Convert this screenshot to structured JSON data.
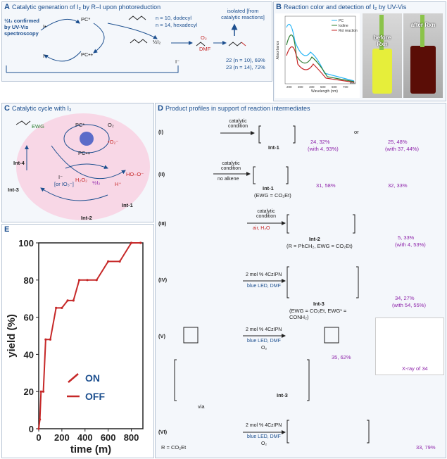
{
  "panels": {
    "A": {
      "letter": "A",
      "title": "Catalytic generation of I₂ by R–I upon photoreduction"
    },
    "B": {
      "letter": "B",
      "title": "Reaction color and detection of I₂ by UV-Vis"
    },
    "C": {
      "letter": "C",
      "title": "Catalytic cycle with I₂"
    },
    "D": {
      "letter": "D",
      "title": "Product profiles in support of reaction intermediates"
    },
    "E": {
      "letter": "E",
      "title": ""
    }
  },
  "panelA": {
    "i2_confirmed": "½I₂ confirmed by UV-Vis spectroscopy",
    "n10": "n = 10, dodecyl",
    "n14": "n = 14, hexadecyl",
    "isolated": "isolated [from catalytic reactions]",
    "pc_star": "PC*",
    "pc_plus": "PC•+",
    "iodide": "I⁻",
    "iodine_rad": "I•",
    "half_i2": "½I₂",
    "o2": "O₂",
    "dmf": "DMF",
    "yield22": "22 (n = 10), 69%",
    "yield23": "23 (n = 14), 72%"
  },
  "panelB": {
    "legend": [
      "PC",
      "Iodine",
      "Rxt reaction"
    ],
    "xlabel": "Wavelength (nm)",
    "ylabel": "Absorbance",
    "xticks": [
      "200",
      "300",
      "400",
      "500",
      "600",
      "700",
      "800"
    ],
    "photo_before": "before Rxn",
    "photo_after": "after Rxn"
  },
  "panelC": {
    "pc_star": "PC*",
    "pc_plus": "PC•+",
    "o2": "O₂",
    "superoxide": "•O₂⁻",
    "h2o2": "H₂O₂",
    "i2": "½I₂",
    "iodide": "I⁻",
    "io3": "[or IO₃⁻]",
    "hoo": "HO–O⁻",
    "hplus": "H⁺",
    "int1": "Int-1",
    "int2": "Int-2",
    "int3": "Int-3",
    "int4": "Int-4",
    "ewg": "EWG"
  },
  "panelD": {
    "rows": [
      {
        "roman": "(I)",
        "condition": "catalytic condition",
        "int": "Int-1",
        "product1": "24, 32%",
        "product1b": "(with 4, 93%)",
        "or": "or",
        "product2": "25, 48%",
        "product2b": "(with 37, 44%)"
      },
      {
        "roman": "(II)",
        "condition": "catalytic condition",
        "condition2": "no alkene",
        "int": "Int-1",
        "note": "(EWG = CO₂Et)",
        "product1": "31, 58%",
        "product2": "32, 33%"
      },
      {
        "roman": "(III)",
        "condition": "catalytic condition",
        "condition2": "air, H₂O",
        "int": "Int-2",
        "note": "(R = PhCH₂, EWG = CO₂Et)",
        "product1": "5, 33%",
        "product1b": "(with 4, 53%)"
      },
      {
        "roman": "(IV)",
        "condition": "2 mol % 4CzIPN",
        "condition2": "blue LED, DMF",
        "int": "Int-3",
        "note": "(EWG = CO₂Et, EWG¹ = CONH₂)",
        "product1": "34, 27%",
        "product1b": "(with 54, 55%)"
      },
      {
        "roman": "(V)",
        "condition": "2 mol % 4CzIPN",
        "condition2": "blue LED, DMF",
        "condition3": "O₂",
        "product1": "35, 62%",
        "via": "via",
        "int": "Int-3",
        "xray": "X-ray of 34"
      },
      {
        "roman": "(VI)",
        "condition": "2 mol % 4CzIPN",
        "condition2": "blue LED, DMF",
        "condition3": "O₂",
        "note": "R = CO₂Et",
        "product1": "33, 79%"
      }
    ]
  },
  "chart_data": {
    "type": "line",
    "x": [
      0,
      10,
      20,
      40,
      60,
      100,
      150,
      200,
      250,
      300,
      350,
      420,
      500,
      600,
      700,
      800,
      880
    ],
    "values": [
      0,
      5,
      20,
      20,
      48,
      48,
      65,
      65,
      69,
      69,
      80,
      80,
      80,
      90,
      90,
      100,
      100
    ],
    "xlabel": "time (m)",
    "ylabel": "yield (%)",
    "xlim": [
      0,
      900
    ],
    "ylim": [
      0,
      100
    ],
    "xticks": [
      0,
      200,
      400,
      600,
      800
    ],
    "yticks": [
      0,
      20,
      40,
      60,
      80,
      100
    ],
    "legend": [
      {
        "label": "ON"
      },
      {
        "label": "OFF"
      }
    ],
    "color": "#c62828"
  }
}
